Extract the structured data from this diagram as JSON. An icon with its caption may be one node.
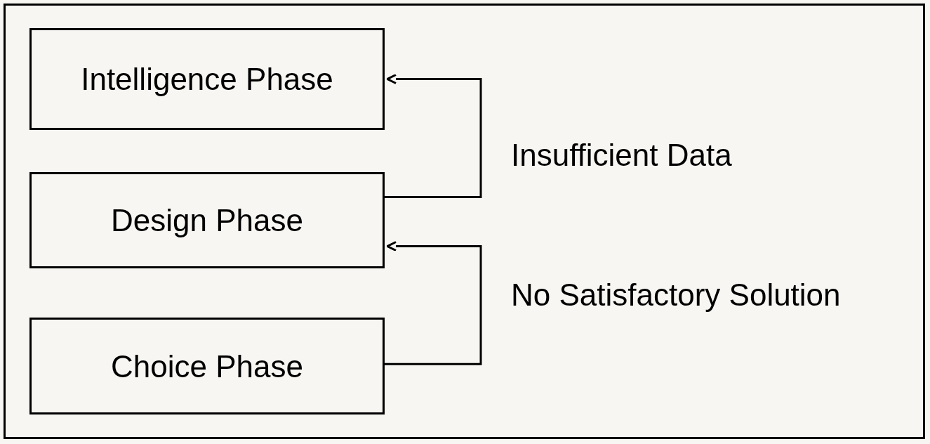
{
  "diagram": {
    "nodes": [
      {
        "text": [
          "Intelligence Phase"
        ]
      },
      {
        "text": [
          "Design Phase"
        ]
      },
      {
        "text": [
          "Choice Phase"
        ]
      }
    ],
    "edges": [
      {
        "from": 1,
        "to": 0,
        "arrow": "to",
        "label": "Insufficient Data"
      },
      {
        "from": 2,
        "to": 1,
        "arrow": "to",
        "label": "No Satisfactory Solution"
      }
    ]
  }
}
